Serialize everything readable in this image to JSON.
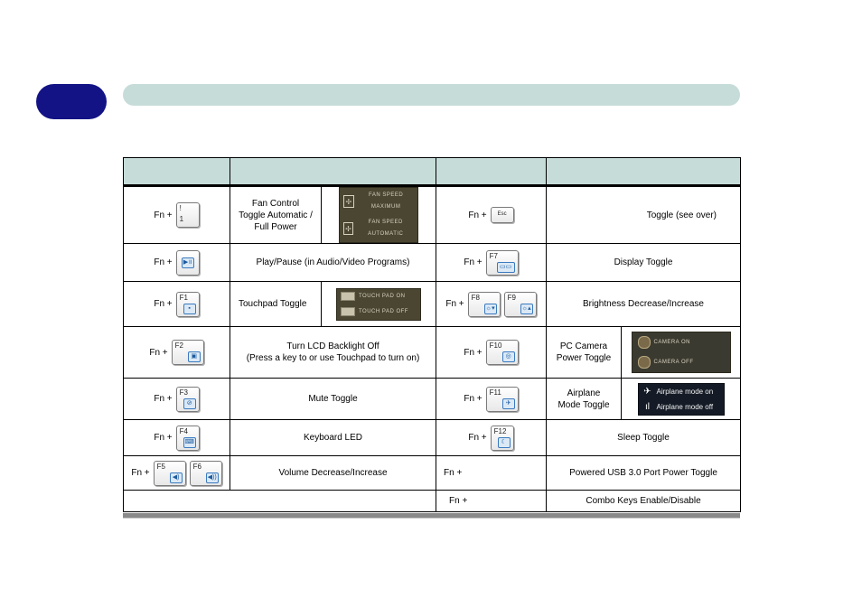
{
  "fn_label": "Fn +",
  "rows": [
    {
      "left_key": "!",
      "left_key_sub": "1",
      "left_fn": "Fan Control\nToggle Automatic /\nFull Power",
      "left_osd": [
        "FAN SPEED MAXIMUM",
        "FAN SPEED AUTOMATIC"
      ],
      "right_key": "Esc",
      "right_fn": "Toggle (see over)"
    },
    {
      "left_fn": "Play/Pause (in Audio/Video Programs)",
      "right_key": "F7",
      "right_fn": "Display Toggle"
    },
    {
      "left_key": "F1",
      "left_fn": "Touchpad Toggle",
      "left_osd": [
        "TOUCH PAD ON",
        "TOUCH PAD OFF"
      ],
      "right_key": "F8",
      "right_key2": "F9",
      "right_fn": "Brightness Decrease/Increase"
    },
    {
      "left_key": "F2",
      "left_fn": "Turn LCD Backlight Off\n(Press a key to or use Touchpad to turn on)",
      "right_key": "F10",
      "right_fn": "PC Camera\nPower Toggle",
      "right_osd": [
        "CAMERA ON",
        "CAMERA OFF"
      ]
    },
    {
      "left_key": "F3",
      "left_fn": "Mute Toggle",
      "right_key": "F11",
      "right_fn": "Airplane\nMode Toggle",
      "right_osd": [
        "Airplane mode on",
        "Airplane mode off"
      ]
    },
    {
      "left_key": "F4",
      "left_fn": "Keyboard LED",
      "right_key": "F12",
      "right_fn": "Sleep Toggle"
    },
    {
      "left_key": "F5",
      "left_key2": "F6",
      "left_fn": "Volume Decrease/Increase",
      "right_fn": "Powered USB 3.0 Port Power Toggle"
    },
    {
      "right_fn": "Combo Keys Enable/Disable"
    }
  ]
}
